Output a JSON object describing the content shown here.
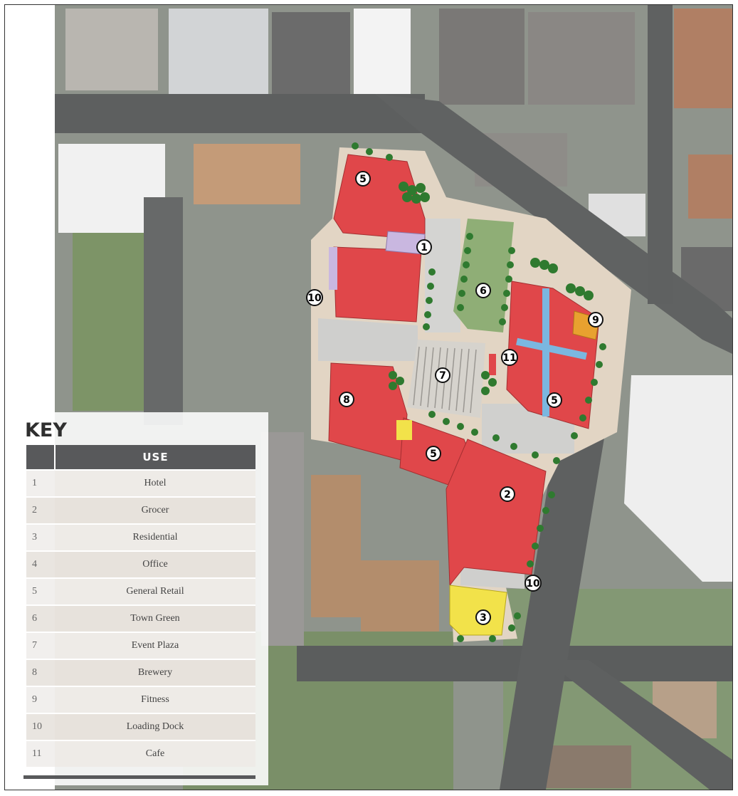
{
  "key": {
    "title": "KEY",
    "header_number": "",
    "header_use": "USE",
    "rows": [
      {
        "number": "1",
        "use": "Hotel"
      },
      {
        "number": "2",
        "use": "Grocer"
      },
      {
        "number": "3",
        "use": "Residential"
      },
      {
        "number": "4",
        "use": "Office"
      },
      {
        "number": "5",
        "use": "General Retail"
      },
      {
        "number": "6",
        "use": "Town Green"
      },
      {
        "number": "7",
        "use": "Event Plaza"
      },
      {
        "number": "8",
        "use": "Brewery"
      },
      {
        "number": "9",
        "use": "Fitness"
      },
      {
        "number": "10",
        "use": "Loading Dock"
      },
      {
        "number": "11",
        "use": "Cafe"
      }
    ]
  },
  "markers": [
    "5",
    "1",
    "10",
    "6",
    "9",
    "11",
    "7",
    "8",
    "5",
    "5",
    "2",
    "10",
    "3"
  ],
  "colors": {
    "retail": "#e0474a",
    "hotel": "#c9b7e0",
    "residential": "#f2e24a",
    "fitness": "#e8a12f",
    "cafe": "#7bb7e0",
    "green": "#8fae76",
    "tree": "#2f7a2f",
    "plaza": "#d9d6d0",
    "sidewalk": "#e9dccb"
  }
}
